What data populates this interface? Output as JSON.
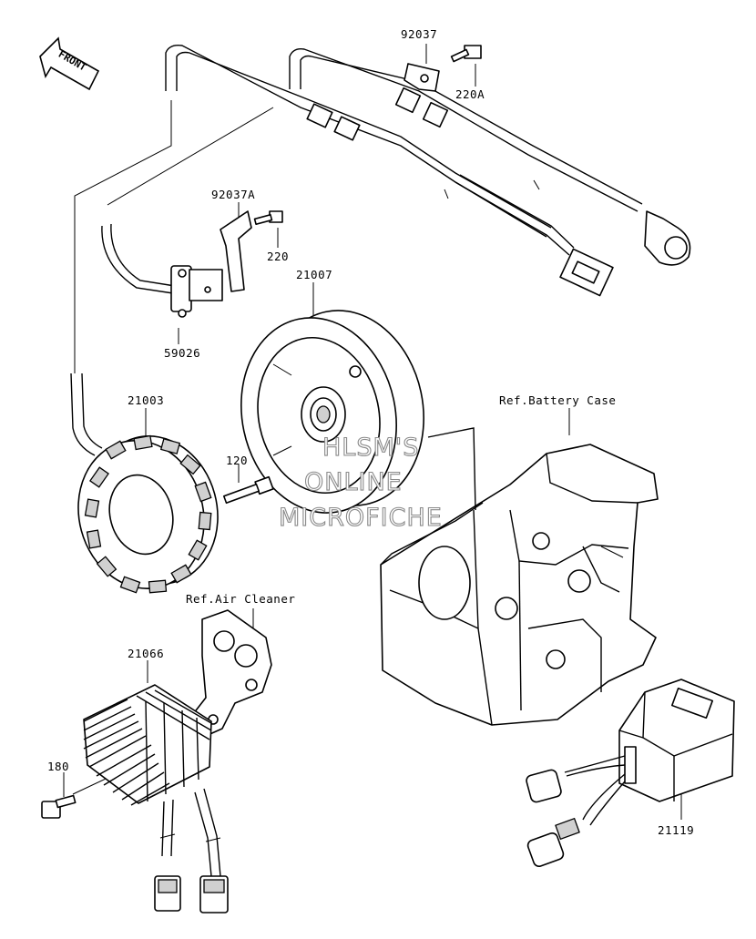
{
  "diagram": {
    "front_indicator": "FRONT",
    "part_labels": {
      "p92037": "92037",
      "p220A": "220A",
      "p92037A": "92037A",
      "p220": "220",
      "p21007": "21007",
      "p59026": "59026",
      "p21003": "21003",
      "p120": "120",
      "ref_battery": "Ref.Battery Case",
      "ref_air": "Ref.Air Cleaner",
      "p21066": "21066",
      "p180": "180",
      "p21119": "21119"
    },
    "watermark": {
      "line1": "HLSM'S",
      "line2": "ONLINE",
      "line3": "MICROFICHE"
    }
  }
}
